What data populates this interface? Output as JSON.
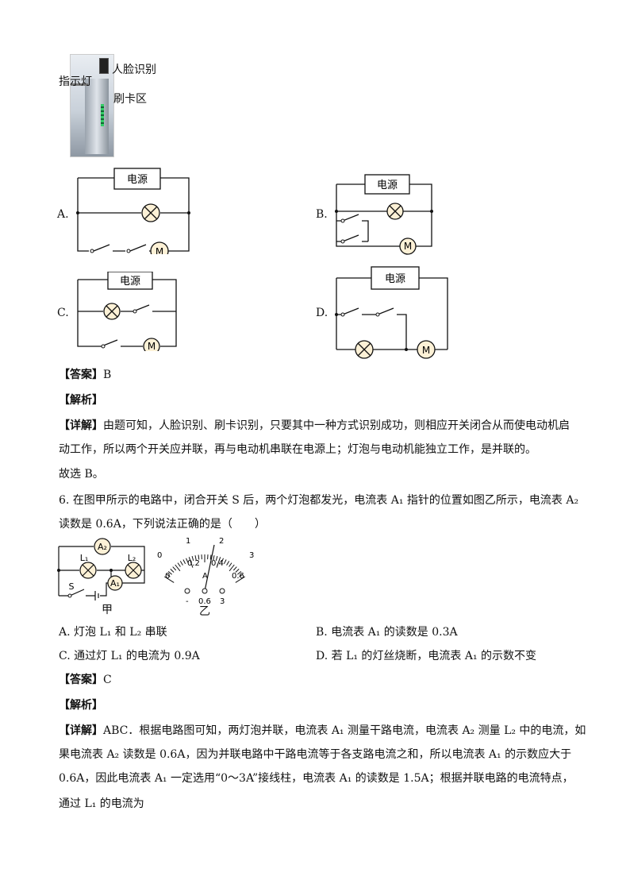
{
  "figure_turnstile": {
    "face_label": "人脸识别",
    "indicator_label": "指示灯",
    "card_label": "刷卡区"
  },
  "options_q5": {
    "A": "A.",
    "B": "B.",
    "C": "C.",
    "D": "D.",
    "power": "电源",
    "motor": "M"
  },
  "q5": {
    "answer_tag": "【答案】",
    "answer_value": "B",
    "analysis_tag": "【解析】",
    "detail_tag": "【详解】",
    "detail_line1": "由题可知，人脸识别、刷卡识别，只要其中一种方式识别成功，则相应开关闭合从而使电动机启",
    "detail_line2": "动工作，所以两个开关应并联，再与电动机串联在电源上；灯泡与电动机能独立工作，是并联的。",
    "conclusion": "故选 B。"
  },
  "q6": {
    "stem_line1": "6. 在图甲所示的电路中，闭合开关 S 后，两个灯泡都发光，电流表 A₁ 指针的位置如图乙所示，电流表 A₂",
    "stem_line2": "读数是 0.6A，下列说法正确的是（　　）",
    "fig_jia_label": "甲",
    "fig_yi_label": "乙",
    "circuit_labels": {
      "A2": "A₂",
      "A1": "A₁",
      "L1": "L₁",
      "L2": "L₂",
      "S": "S"
    },
    "meter": {
      "top_scale": [
        "0",
        "1",
        "2",
        "3"
      ],
      "bottom_scale": [
        "0",
        "0.2",
        "0.4",
        "0.6"
      ],
      "center_letter": "A",
      "terminals": [
        "-",
        "0.6",
        "3"
      ]
    },
    "choice_A": "A.  灯泡 L₁ 和 L₂ 串联",
    "choice_B": "B.  电流表 A₁ 的读数是 0.3A",
    "choice_C": "C.  通过灯 L₁ 的电流为 0.9A",
    "choice_D": "D.  若 L₁ 的灯丝烧断，电流表 A₁ 的示数不变",
    "answer_tag": "【答案】",
    "answer_value": "C",
    "analysis_tag": "【解析】",
    "detail_tag": "【详解】",
    "detail_line1": "ABC．根据电路图可知，两灯泡并联，电流表 A₁ 测量干路电流，电流表 A₂ 测量 L₂ 中的电流，如",
    "detail_line2": "果电流表 A₂ 读数是 0.6A，因为并联电路中干路电流等于各支路电流之和，所以电流表 A₁ 的示数应大于",
    "detail_line3": "0.6A，因此电流表 A₁ 一定选用“0～3A”接线柱，电流表 A₁ 的读数是 1.5A；根据并联电路的电流特点，",
    "detail_line4": "通过 L₁ 的电流为"
  }
}
